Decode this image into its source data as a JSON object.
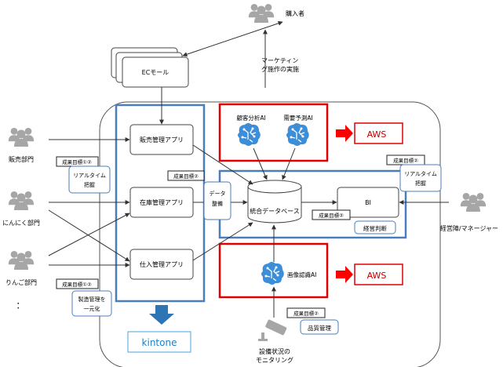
{
  "actors": {
    "buyer": "購入者",
    "sales_dept": "販売部門",
    "garlic_dept": "にんにく部門",
    "apple_dept": "りんご部門",
    "ellipsis": "：",
    "management": "経営陣/マネージャー",
    "monitoring_line1": "設備状況の",
    "monitoring_line2": "モニタリング"
  },
  "nodes": {
    "ec_mall": "ECモール",
    "sales_app": "販売管理アプリ",
    "inventory_app": "在庫管理アプリ",
    "purchase_app": "仕入管理アプリ",
    "integrated_db": "統合データベース",
    "bi": "BI",
    "customer_ai": "顧客分析AI",
    "demand_ai": "需要予測AI",
    "image_ai": "画像認識AI",
    "aws_top": "AWS",
    "aws_bottom": "AWS",
    "kintone": "kintone"
  },
  "labels": {
    "marketing_line1": "マーケティン",
    "marketing_line2": "グ施作の実施",
    "data_org_line1": "データ",
    "data_org_line2": "整備"
  },
  "tags": {
    "target_12_a": "成果目標①②",
    "target_2_a": "成果目標②",
    "target_2_b": "成果目標②",
    "target_2_c": "成果目標②",
    "target_12_b": "成果目標①②",
    "target_2_d": "成果目標②"
  },
  "notes": {
    "realtime_left_1": "リアルタイム",
    "realtime_left_2": "把握",
    "realtime_right_1": "リアルタイム",
    "realtime_right_2": "把握",
    "mgmt_judgment": "経営判断",
    "mfg_line1": "製造管理を",
    "mfg_line2": "一元化",
    "quality_mgmt": "品質管理"
  },
  "colors": {
    "blue_frame": "#4a7ebb",
    "red_frame": "#e00000",
    "arrow_red": "#ff0000",
    "kintone_border": "#4aa3df",
    "kintone_text": "#1f7fc4",
    "brain_blue": "#3d8ed8",
    "person_gray": "#a6a6a6"
  }
}
